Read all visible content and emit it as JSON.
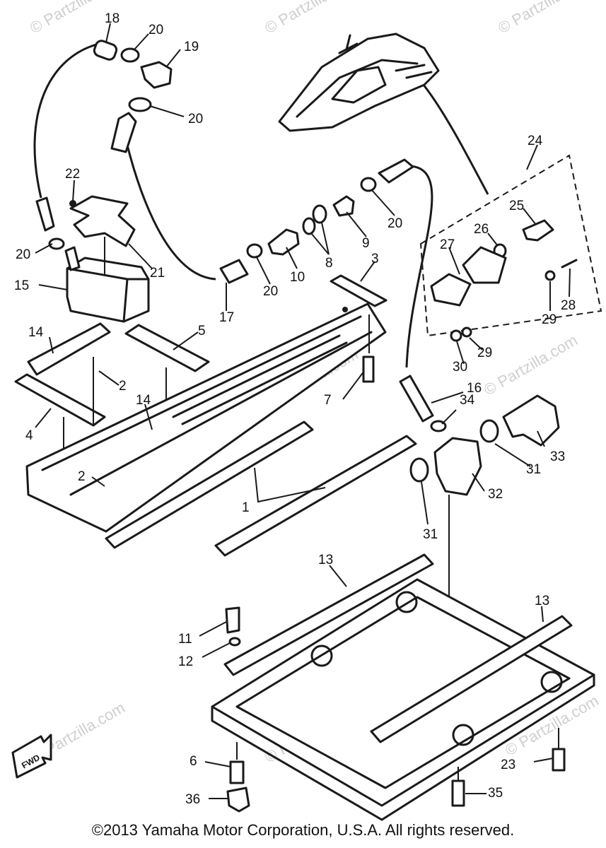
{
  "watermarks": [
    "© Partzilla",
    "© Partzilla.com",
    "© Partzilla.com",
    "© Partzilla.com",
    "© Partzilla.com",
    "© Partzilla.com",
    "© Partzilla.com",
    "© Partzilla.com"
  ],
  "fwd_label": "FWD",
  "copyright": "©2013 Yamaha Motor Corporation, U.S.A. All rights reserved.",
  "callouts": [
    {
      "id": "c18",
      "text": "18"
    },
    {
      "id": "c20a",
      "text": "20"
    },
    {
      "id": "c19",
      "text": "19"
    },
    {
      "id": "c20b",
      "text": "20"
    },
    {
      "id": "c22",
      "text": "22"
    },
    {
      "id": "c20c",
      "text": "20"
    },
    {
      "id": "c21",
      "text": "21"
    },
    {
      "id": "c15",
      "text": "15"
    },
    {
      "id": "c17",
      "text": "17"
    },
    {
      "id": "c20d",
      "text": "20"
    },
    {
      "id": "c10",
      "text": "10"
    },
    {
      "id": "c8",
      "text": "8"
    },
    {
      "id": "c9",
      "text": "9"
    },
    {
      "id": "c20e",
      "text": "20"
    },
    {
      "id": "c3",
      "text": "3"
    },
    {
      "id": "c24",
      "text": "24"
    },
    {
      "id": "c25",
      "text": "25"
    },
    {
      "id": "c26",
      "text": "26"
    },
    {
      "id": "c27",
      "text": "27"
    },
    {
      "id": "c28",
      "text": "28"
    },
    {
      "id": "c29a",
      "text": "29"
    },
    {
      "id": "c29b",
      "text": "29"
    },
    {
      "id": "c30",
      "text": "30"
    },
    {
      "id": "c14a",
      "text": "14"
    },
    {
      "id": "c5",
      "text": "5"
    },
    {
      "id": "c2a",
      "text": "2"
    },
    {
      "id": "c4",
      "text": "4"
    },
    {
      "id": "c14b",
      "text": "14"
    },
    {
      "id": "c2b",
      "text": "2"
    },
    {
      "id": "c1",
      "text": "1"
    },
    {
      "id": "c7",
      "text": "7"
    },
    {
      "id": "c16",
      "text": "16"
    },
    {
      "id": "c34",
      "text": "34"
    },
    {
      "id": "c33",
      "text": "33"
    },
    {
      "id": "c31a",
      "text": "31"
    },
    {
      "id": "c32",
      "text": "32"
    },
    {
      "id": "c31b",
      "text": "31"
    },
    {
      "id": "c13a",
      "text": "13"
    },
    {
      "id": "c13b",
      "text": "13"
    },
    {
      "id": "c11",
      "text": "11"
    },
    {
      "id": "c12",
      "text": "12"
    },
    {
      "id": "c6",
      "text": "6"
    },
    {
      "id": "c36",
      "text": "36"
    },
    {
      "id": "c23",
      "text": "23"
    },
    {
      "id": "c35",
      "text": "35"
    }
  ]
}
